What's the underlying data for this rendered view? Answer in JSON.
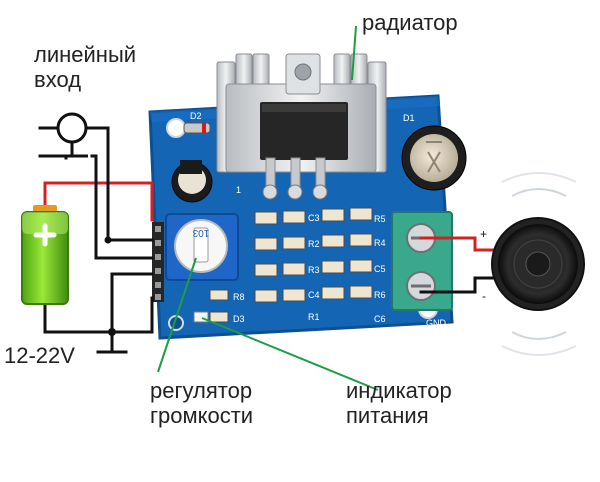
{
  "labels": {
    "line_input": [
      "линейный",
      "вход"
    ],
    "radiator": "радиатор",
    "supply_voltage": "12-22V",
    "volume_control": [
      "регулятор",
      "громкости"
    ],
    "power_indicator": [
      "индикатор",
      "питания"
    ]
  },
  "board": {
    "pot_marking": "103",
    "silkscreen": [
      "D2",
      "D1",
      "C3",
      "R5",
      "R2",
      "R4",
      "R3",
      "C5",
      "C4",
      "R6",
      "R1",
      "C6",
      "R8",
      "D3",
      "GND",
      "1"
    ]
  },
  "speaker_terminals": {
    "positive": "+",
    "negative": "-"
  },
  "colors": {
    "board": "#1565b5",
    "wire_positive": "#d32020",
    "wire_negative": "#111111",
    "pointer_line": "#1f9c46",
    "terminal_block": "#3aa88c",
    "battery_fill": "#7ed321",
    "battery_cap": "#e29b20"
  }
}
